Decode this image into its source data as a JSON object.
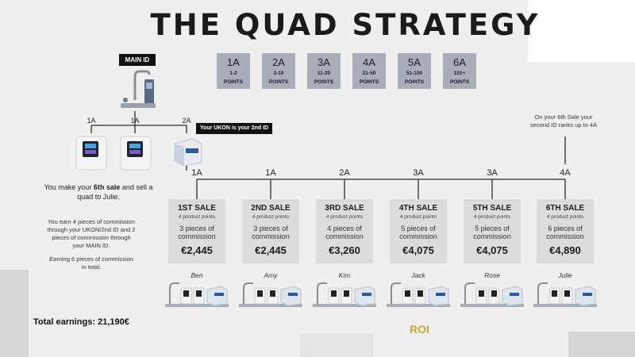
{
  "title": "THE QUAD STRATEGY",
  "ranks": [
    {
      "rank": "1A",
      "points_l1": "1-2",
      "points_l2": "POINTS"
    },
    {
      "rank": "2A",
      "points_l1": "3-10",
      "points_l2": "POINTS"
    },
    {
      "rank": "3A",
      "points_l1": "11-20",
      "points_l2": "POINTS"
    },
    {
      "rank": "4A",
      "points_l1": "21-50",
      "points_l2": "POINTS"
    },
    {
      "rank": "5A",
      "points_l1": "51-100",
      "points_l2": "POINTS"
    },
    {
      "rank": "6A",
      "points_l1": "101+",
      "points_l2": "POINTS"
    }
  ],
  "main_id_label": "MAIN ID",
  "ukon_label": "Your UKON is your 2nd ID",
  "left_tree_labels": [
    "1A",
    "1A",
    "2A"
  ],
  "desc": {
    "line1_pre": "You make your ",
    "line1_bold": "6th sale",
    "line1_post": " and sell a",
    "line2": "quad to Julie.",
    "p2_l1": "You earn 4 pieces of commission",
    "p2_l2": "through your UKON/2nd ID and 2",
    "p2_l3": "pieces of commission through",
    "p2_l4": "your MAIN ID.",
    "p3_l1": "Earning 6 pieces of commission",
    "p3_l2": "in total."
  },
  "note_l1": "On your 6th Sale your",
  "note_l2": "second ID ranks up to 4A",
  "total_earnings": "Total earnings: 21,190€",
  "roi": "ROI",
  "sales": [
    {
      "rank": "1A",
      "title": "1ST SALE",
      "points": "4 product points",
      "comm_l1": "3 pieces of",
      "comm_l2": "commission",
      "amount": "€2,445",
      "name": "Ben"
    },
    {
      "rank": "1A",
      "title": "2ND SALE",
      "points": "4 product points",
      "comm_l1": "3 pieces of",
      "comm_l2": "commission",
      "amount": "€2,445",
      "name": "Amy"
    },
    {
      "rank": "2A",
      "title": "3RD SALE",
      "points": "4 product points",
      "comm_l1": "4 pieces of",
      "comm_l2": "commission",
      "amount": "€3,260",
      "name": "Kim"
    },
    {
      "rank": "3A",
      "title": "4TH SALE",
      "points": "4 product points",
      "comm_l1": "5 pieces of",
      "comm_l2": "commission",
      "amount": "€4,075",
      "name": "Jack"
    },
    {
      "rank": "3A",
      "title": "5TH SALE",
      "points": "4 product points",
      "comm_l1": "5 pieces of",
      "comm_l2": "commission",
      "amount": "€4,075",
      "name": "Rose"
    },
    {
      "rank": "4A",
      "title": "6TH SALE",
      "points": "4 product points",
      "comm_l1": "6 pieces of",
      "comm_l2": "commission",
      "amount": "€4,890",
      "name": "Julie"
    }
  ],
  "colors": {
    "rank_box": "#a8adb8",
    "sale_box": "#dcdcdd",
    "roi": "#c9a432",
    "line": "#2a2a2a"
  }
}
